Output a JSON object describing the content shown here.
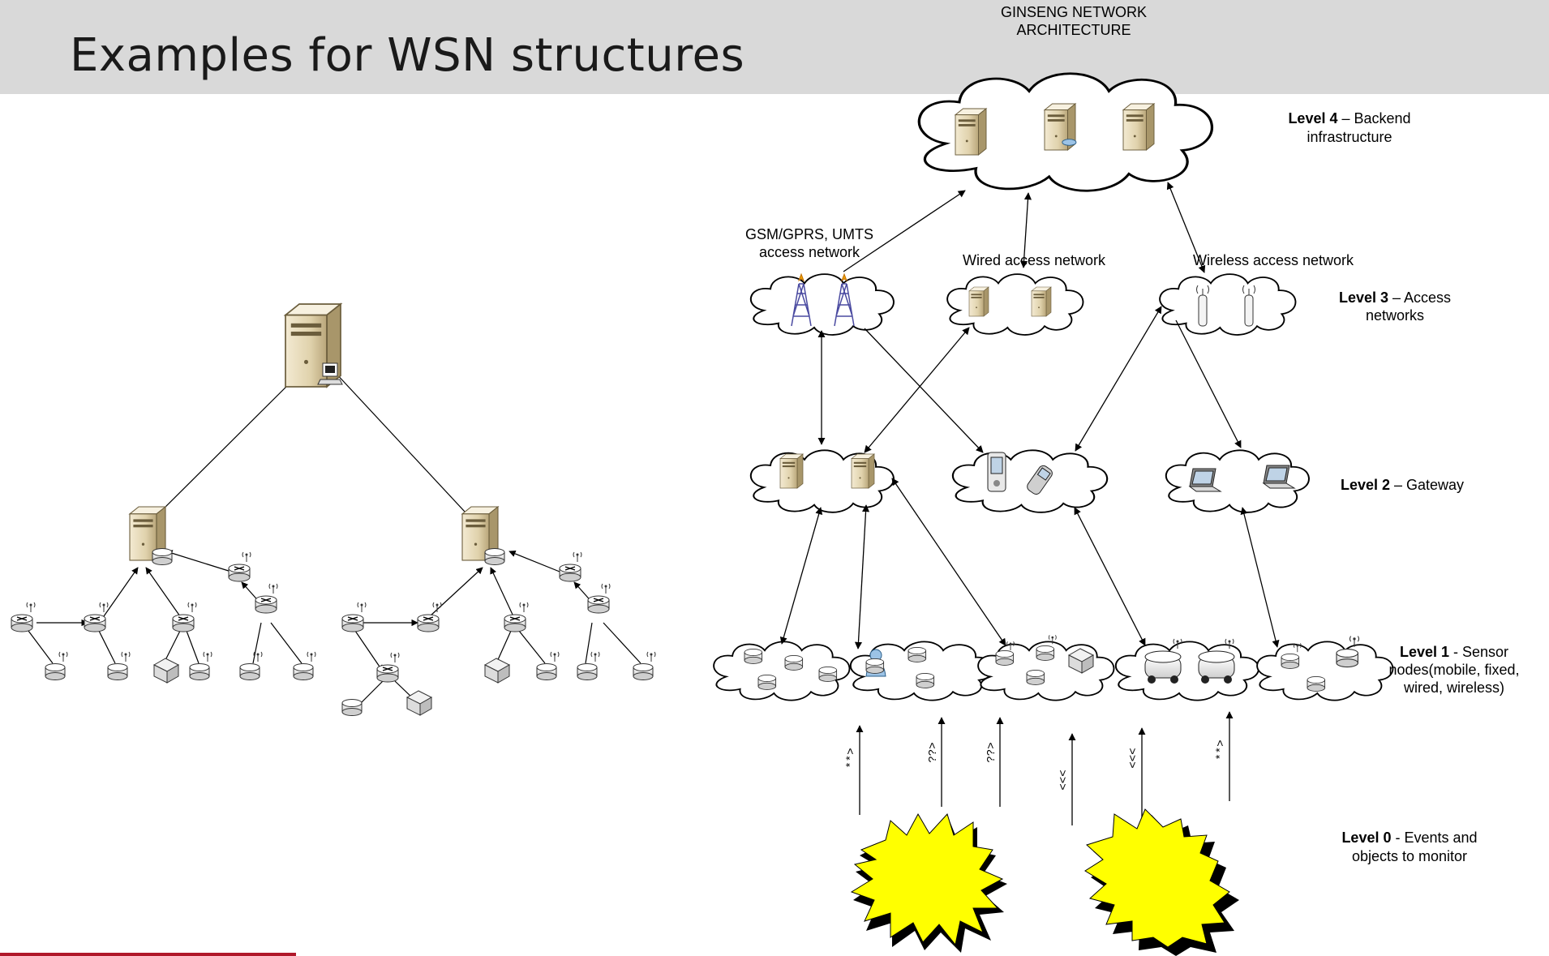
{
  "slide": {
    "title": "Examples for WSN structures"
  },
  "architecture": {
    "title_line1": "GINSENG NETWORK",
    "title_line2": "ARCHITECTURE"
  },
  "levels": {
    "level4": {
      "bold": "Level 4",
      "rest": " – Backend",
      "line2": "infrastructure"
    },
    "level3": {
      "bold": "Level 3",
      "rest": " – Access",
      "line2": "networks"
    },
    "level2": {
      "bold": "Level 2",
      "rest": " – Gateway"
    },
    "level1": {
      "bold": "Level 1",
      "rest": " - Sensor",
      "line2": "nodes(mobile, fixed,",
      "line3": "wired, wireless)"
    },
    "level0": {
      "bold": "Level 0",
      "rest": " - Events and",
      "line2": "objects to monitor"
    }
  },
  "networks": {
    "gsm_line1": "GSM/GPRS, UMTS",
    "gsm_line2": "access network",
    "wired": "Wired access network",
    "wireless": "Wireless access network"
  },
  "event_arrow_labels": [
    "**>",
    "??>",
    "??>",
    "<<<",
    "<<<",
    "**>"
  ],
  "icons": {
    "backend": [
      "server-icon",
      "database-server-icon",
      "server-icon"
    ],
    "gsm": [
      "cell-tower-icon",
      "cell-tower-icon"
    ],
    "wired": [
      "server-icon",
      "server-icon"
    ],
    "wireless": [
      "access-point-icon",
      "access-point-icon"
    ],
    "gateway_a": [
      "server-icon",
      "server-icon"
    ],
    "gateway_b": [
      "pda-icon",
      "cell-phone-icon"
    ],
    "gateway_c": [
      "laptop-icon",
      "laptop-icon"
    ]
  },
  "colors": {
    "header_bg": "#d9d9d9",
    "accent_rule": "#b0182a",
    "event_fill": "#ffff00"
  }
}
